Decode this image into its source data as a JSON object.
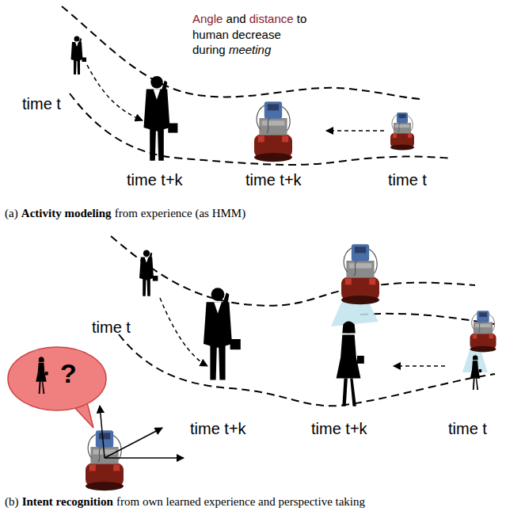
{
  "diagram": {
    "labels": [
      "Angle",
      "and",
      "distance",
      "to human decrease during",
      "meeting",
      "time t",
      "time t+k",
      "time t+k",
      "time t",
      "(a)",
      "Activity modeling",
      "from experience (as HMM)",
      "time t",
      "?",
      "time t+k",
      "time t+k",
      "time t",
      "(b)",
      "Intent recognition",
      "from own learned experience and perspective taking"
    ]
  }
}
